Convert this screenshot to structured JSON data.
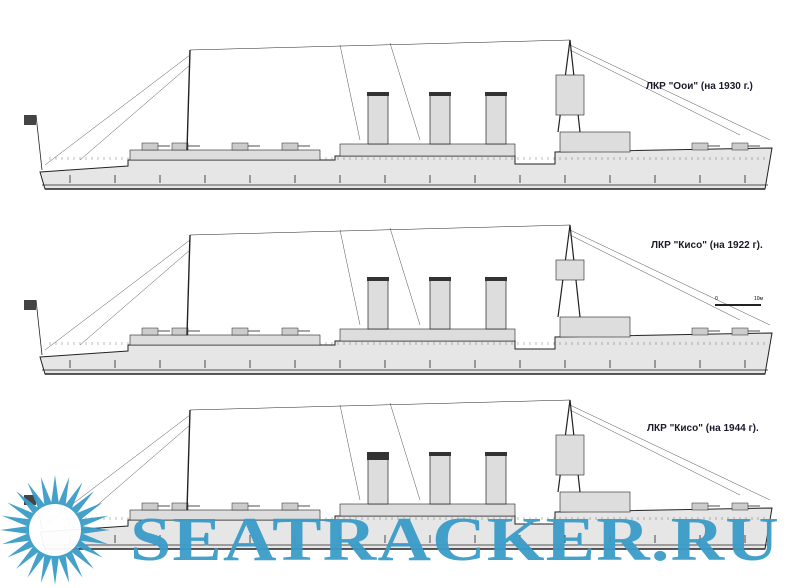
{
  "drawings": [
    {
      "title": "ЛКР \"Оои\" (на 1930 г.)",
      "variant": "1930"
    },
    {
      "title": "ЛКР \"Кисо\" (на 1922 г).",
      "variant": "1922"
    },
    {
      "title": "ЛКР \"Кисо\" (на 1944 г).",
      "variant": "1944"
    }
  ],
  "scale_bar": {
    "start": "0",
    "end": "10м"
  },
  "watermark": {
    "text": "SEATRACKER.RU",
    "color": "#3a9cc8"
  },
  "colors": {
    "hull": "#e6e6e6",
    "line": "#222222",
    "funnel_dark": "#333333"
  }
}
